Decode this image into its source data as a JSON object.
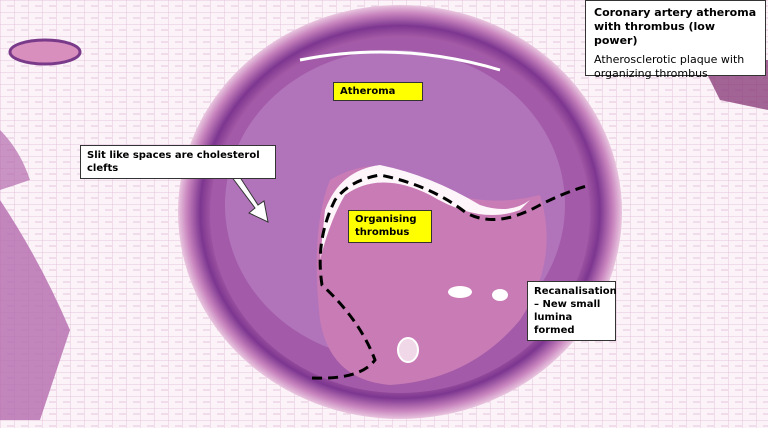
{
  "title_box": {
    "title": "Coronary artery atheroma with thrombus (low power)",
    "subtitle": "Atherosclerotic plaque with organizing thrombus"
  },
  "labels": {
    "atheroma": "Atheroma",
    "cholesterol_clefts": "Slit like spaces are cholesterol clefts",
    "organising_thrombus": "Organising thrombus",
    "recanalisation": "Recanalisation – New small lumina formed"
  },
  "colors": {
    "label_highlight": "#ffff00",
    "stain_purple": "#8a3f98",
    "stain_pink": "#c77ab7",
    "dashed_line": "#000000"
  }
}
